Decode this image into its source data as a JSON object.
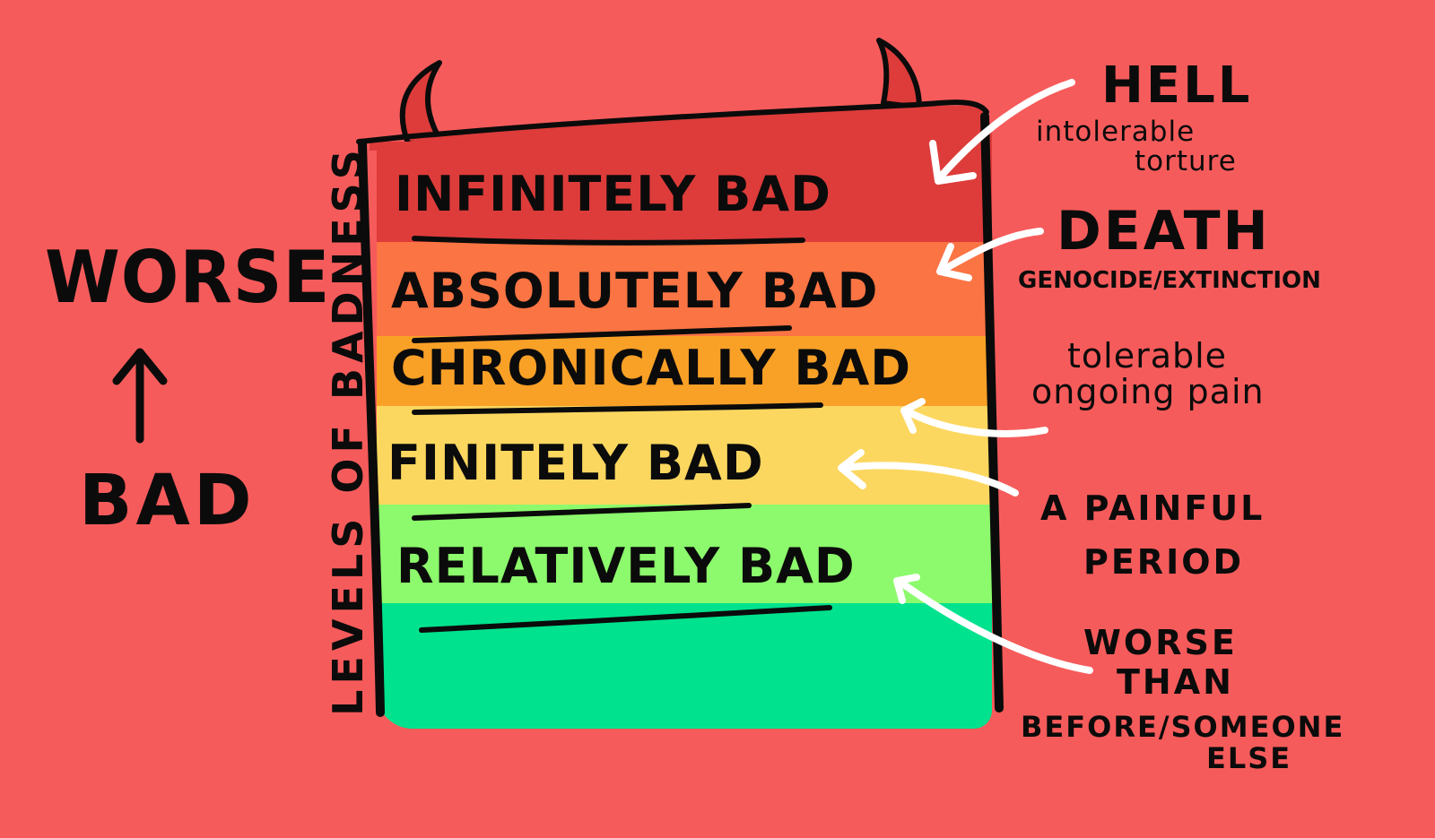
{
  "axis": {
    "worse": "WORSE",
    "bad": "BAD",
    "title": "LEVELS OF BADNESS",
    "arrow_icon": "up-arrow-icon"
  },
  "levels": [
    {
      "label": "INFINITELY BAD",
      "color": "#dd3c3a"
    },
    {
      "label": "ABSOLUTELY BAD",
      "color": "#fb7443"
    },
    {
      "label": "CHRONICALLY BAD",
      "color": "#f9a027"
    },
    {
      "label": "FINITELY BAD",
      "color": "#fcd75f"
    },
    {
      "label": "RELATIVELY BAD",
      "color": "#8cfa6c"
    }
  ],
  "base_color": "#00e28e",
  "background": "#f65b5b",
  "annotations": {
    "hell": {
      "title": "HELL",
      "line1": "intolerable",
      "line2": "torture"
    },
    "death": {
      "title": "DEATH",
      "sub": "GENOCIDE/EXTINCTION"
    },
    "pain": {
      "line1": "tolerable",
      "line2": "ongoing pain"
    },
    "period": {
      "line1": "A PAINFUL",
      "line2": "PERIOD"
    },
    "worse": {
      "line1": "WORSE",
      "line2": "THAN",
      "line3": "BEFORE/SOMEONE",
      "line4": "ELSE"
    }
  }
}
